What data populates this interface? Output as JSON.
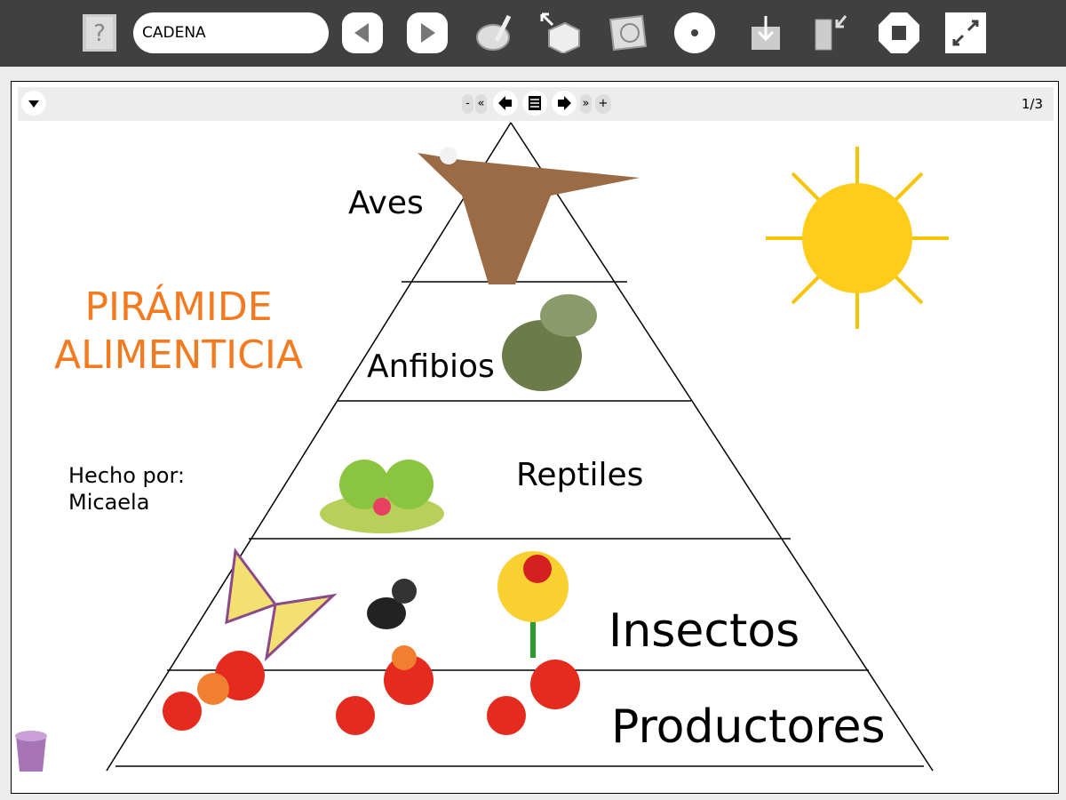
{
  "toolbar": {
    "help_icon": "help-icon",
    "title_value": "CADENA",
    "icons": [
      "previous-icon",
      "next-icon",
      "paint-icon",
      "share-box-icon",
      "web-book-icon",
      "record-icon",
      "download-icon",
      "book-export-icon",
      "stop-icon",
      "fullscreen-icon"
    ]
  },
  "navbar": {
    "minus": "-",
    "first": "«",
    "last": "»",
    "plus": "+",
    "page": "1/3"
  },
  "slide": {
    "title_line1": "PIRÁMIDE",
    "title_line2": "ALIMENTICIA",
    "author_line1": "Hecho por:",
    "author_line2": "Micaela",
    "levels": [
      "Aves",
      "Anfibios",
      "Reptiles",
      "Insectos",
      "Productores"
    ]
  },
  "colors": {
    "title": "#f47a20",
    "toolbar": "#404040"
  }
}
